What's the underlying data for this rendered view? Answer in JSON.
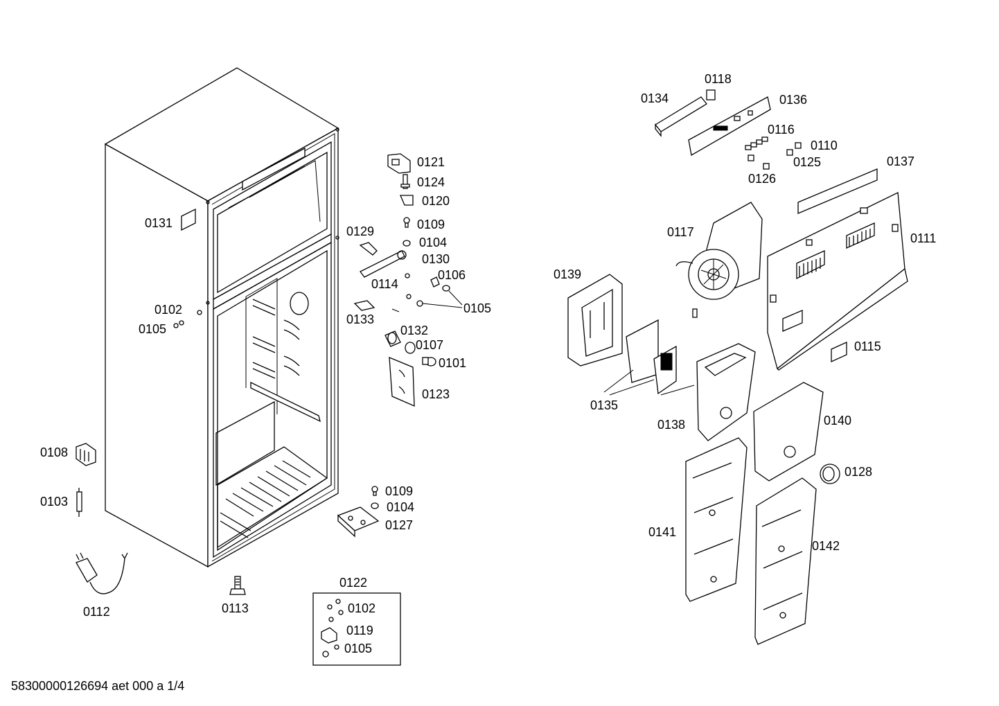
{
  "drawing": {
    "labels": {
      "p0121": "0121",
      "p0124": "0124",
      "p0120": "0120",
      "p0109a": "0109",
      "p0104a": "0104",
      "p0129": "0129",
      "p0130": "0130",
      "p0114": "0114",
      "p0106": "0106",
      "p0105a": "0105",
      "p0133": "0133",
      "p0132": "0132",
      "p0107": "0107",
      "p0101": "0101",
      "p0123": "0123",
      "p0131": "0131",
      "p0102a": "0102",
      "p0105b": "0105",
      "p0108": "0108",
      "p0103": "0103",
      "p0109b": "0109",
      "p0104b": "0104",
      "p0127": "0127",
      "p0112": "0112",
      "p0113": "0113",
      "p0122": "0122",
      "p0102b": "0102",
      "p0119": "0119",
      "p0105c": "0105",
      "p0118": "0118",
      "p0134": "0134",
      "p0136": "0136",
      "p0116": "0116",
      "p0110": "0110",
      "p0125": "0125",
      "p0126": "0126",
      "p0137": "0137",
      "p0117": "0117",
      "p0111": "0111",
      "p0139": "0139",
      "p0115": "0115",
      "p0135": "0135",
      "p0138": "0138",
      "p0140": "0140",
      "p0128": "0128",
      "p0141": "0141",
      "p0142": "0142"
    }
  },
  "footer": {
    "document_id": "58300000126694 aet 000 a 1/4"
  }
}
